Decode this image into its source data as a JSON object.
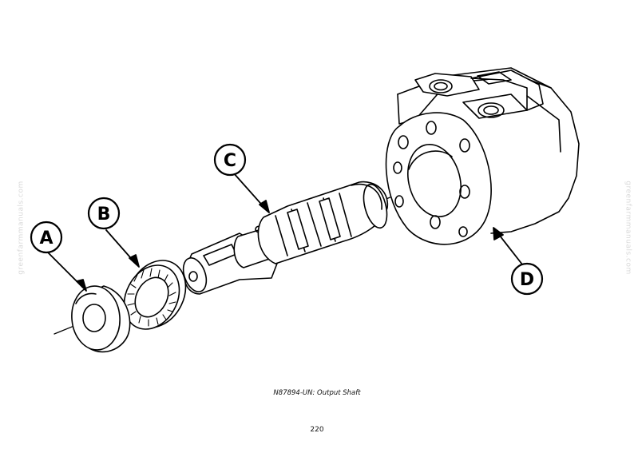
{
  "watermark": "greenfarmmanuals.com",
  "callouts": {
    "a": "A",
    "b": "B",
    "c": "C",
    "d": "D"
  },
  "caption": "N87894-UN: Output Shaft",
  "page_number": "220"
}
